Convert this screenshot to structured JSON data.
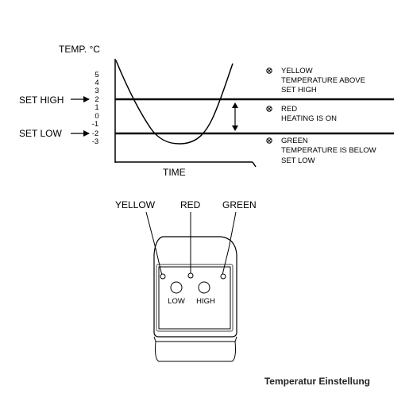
{
  "graph": {
    "y_axis_label": "TEMP. °C",
    "x_axis_label": "TIME",
    "ticks": [
      "5",
      "4",
      "3",
      "2",
      "1",
      "0",
      "-1",
      "-2",
      "-3"
    ],
    "set_high_label": "SET HIGH",
    "set_low_label": "SET LOW"
  },
  "legend": [
    {
      "icon": "x-circle-icon",
      "lines": [
        "YELLOW",
        "TEMPERATURE ABOVE",
        "SET HIGH"
      ]
    },
    {
      "icon": "x-circle-icon",
      "lines": [
        "RED",
        "HEATING IS ON"
      ]
    },
    {
      "icon": "x-circle-icon",
      "lines": [
        "GREEN",
        "TEMPERATURE IS BELOW",
        "SET LOW"
      ]
    }
  ],
  "device": {
    "led_labels": [
      "YELLOW",
      "RED",
      "GREEN"
    ],
    "buttons": [
      "LOW",
      "HIGH"
    ]
  },
  "caption": "Temperatur Einstellung"
}
